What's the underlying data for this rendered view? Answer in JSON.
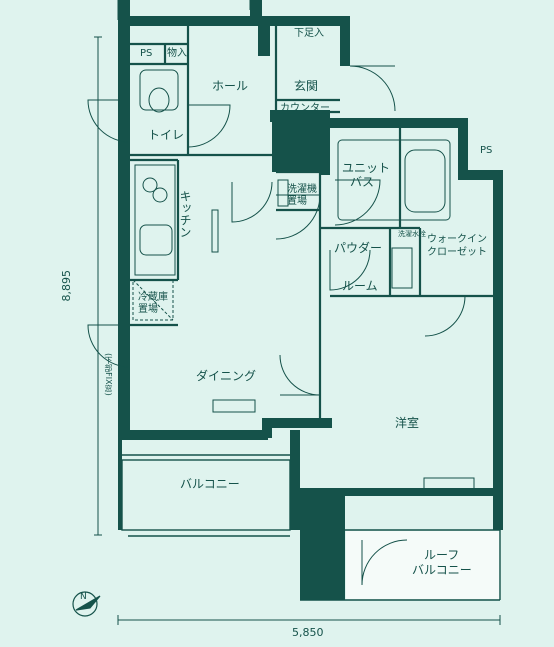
{
  "dimensions": {
    "width": "5,850",
    "height": "8,895"
  },
  "rooms": {
    "ps_top": "PS",
    "storage": "物入",
    "genkan_shoes": "下足入",
    "hall": "ホール",
    "genkan": "玄関",
    "counter": "カウンター",
    "toilet": "トイレ",
    "ps_right": "PS",
    "unit_bath_1": "ユニット",
    "unit_bath_2": "バス",
    "washer_1": "洗濯機",
    "washer_2": "置場",
    "kitchen": "キッチン",
    "powder_1": "パウダー",
    "powder_2": "ルーム",
    "walkin_1": "ウォークイン",
    "walkin_2": "クローゼット",
    "fridge_1": "冷蔵庫",
    "fridge_2": "置場",
    "fix_window": "(下部FIX窓)",
    "dining": "ダイニング",
    "western": "洋室",
    "balcony": "バルコニー",
    "roof_balcony_1": "ルーフ",
    "roof_balcony_2": "バルコニー",
    "faucet": "洗濯水栓"
  },
  "compass": "N",
  "colors": {
    "line": "#15524a",
    "wall": "#15524a",
    "background": "#dff3ee",
    "roof": "#f5fbf9"
  }
}
